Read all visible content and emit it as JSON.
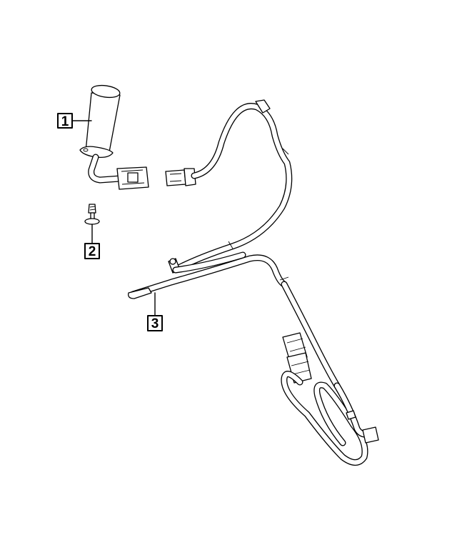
{
  "callouts": [
    {
      "label": "1",
      "part": "temperature-sensor"
    },
    {
      "label": "2",
      "part": "bolt"
    },
    {
      "label": "3",
      "part": "wiring-harness"
    }
  ]
}
